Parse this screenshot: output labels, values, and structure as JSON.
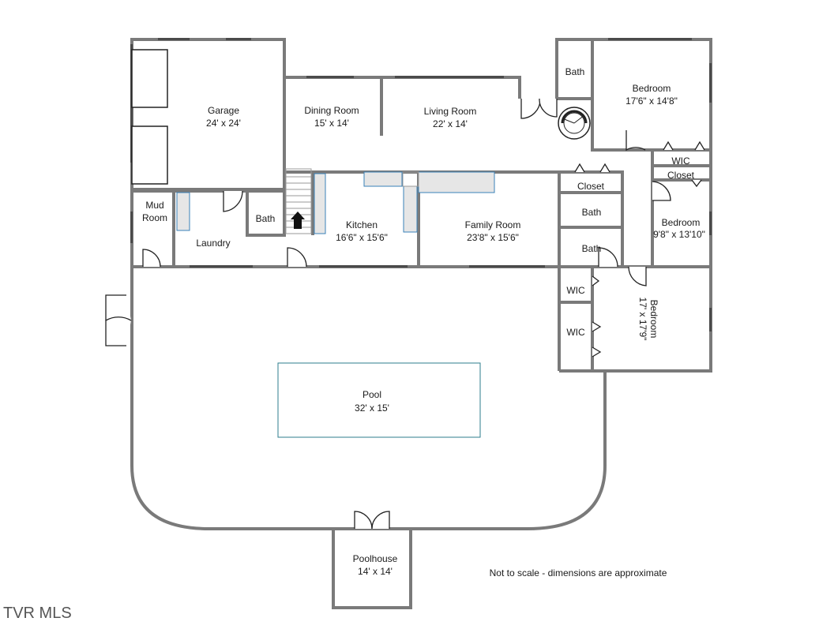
{
  "rooms": {
    "garage": {
      "name": "Garage",
      "dims": "24' x 24'"
    },
    "dining": {
      "name": "Dining Room",
      "dims": "15' x 14'"
    },
    "living": {
      "name": "Living Room",
      "dims": "22' x 14'"
    },
    "bath_top": {
      "name": "Bath"
    },
    "bedroom1": {
      "name": "Bedroom",
      "dims": "17'6\" x 14'8\""
    },
    "wic1": {
      "name": "WIC"
    },
    "closet1": {
      "name": "Closet"
    },
    "closet2": {
      "name": "Closet"
    },
    "bedroom2": {
      "name": "Bedroom",
      "dims": "9'8\" x 13'10\""
    },
    "bath_mid1": {
      "name": "Bath"
    },
    "bath_mid2": {
      "name": "Bath"
    },
    "mud": {
      "name_line1": "Mud",
      "name_line2": "Room"
    },
    "bath_laundry": {
      "name": "Bath"
    },
    "laundry": {
      "name": "Laundry"
    },
    "kitchen": {
      "name": "Kitchen",
      "dims": "16'6\" x 15'6\""
    },
    "family": {
      "name": "Family Room",
      "dims": "23'8\" x 15'6\""
    },
    "wic2": {
      "name": "WIC"
    },
    "wic3": {
      "name": "WIC"
    },
    "bedroom3": {
      "name": "Bedroom",
      "dims": "17' x 17'9\""
    },
    "pool": {
      "name": "Pool",
      "dims": "32' x 15'"
    },
    "poolhouse": {
      "name": "Poolhouse",
      "dims": "14' x 14'"
    }
  },
  "note": "Not to scale - dimensions are approximate",
  "logo_text": "TVR MLS",
  "colors": {
    "wall": "#7a7a7a",
    "fixture_fill": "#e6e6e6",
    "fixture_edge": "#3a82b8",
    "pool_edge": "#2e7d8c"
  }
}
